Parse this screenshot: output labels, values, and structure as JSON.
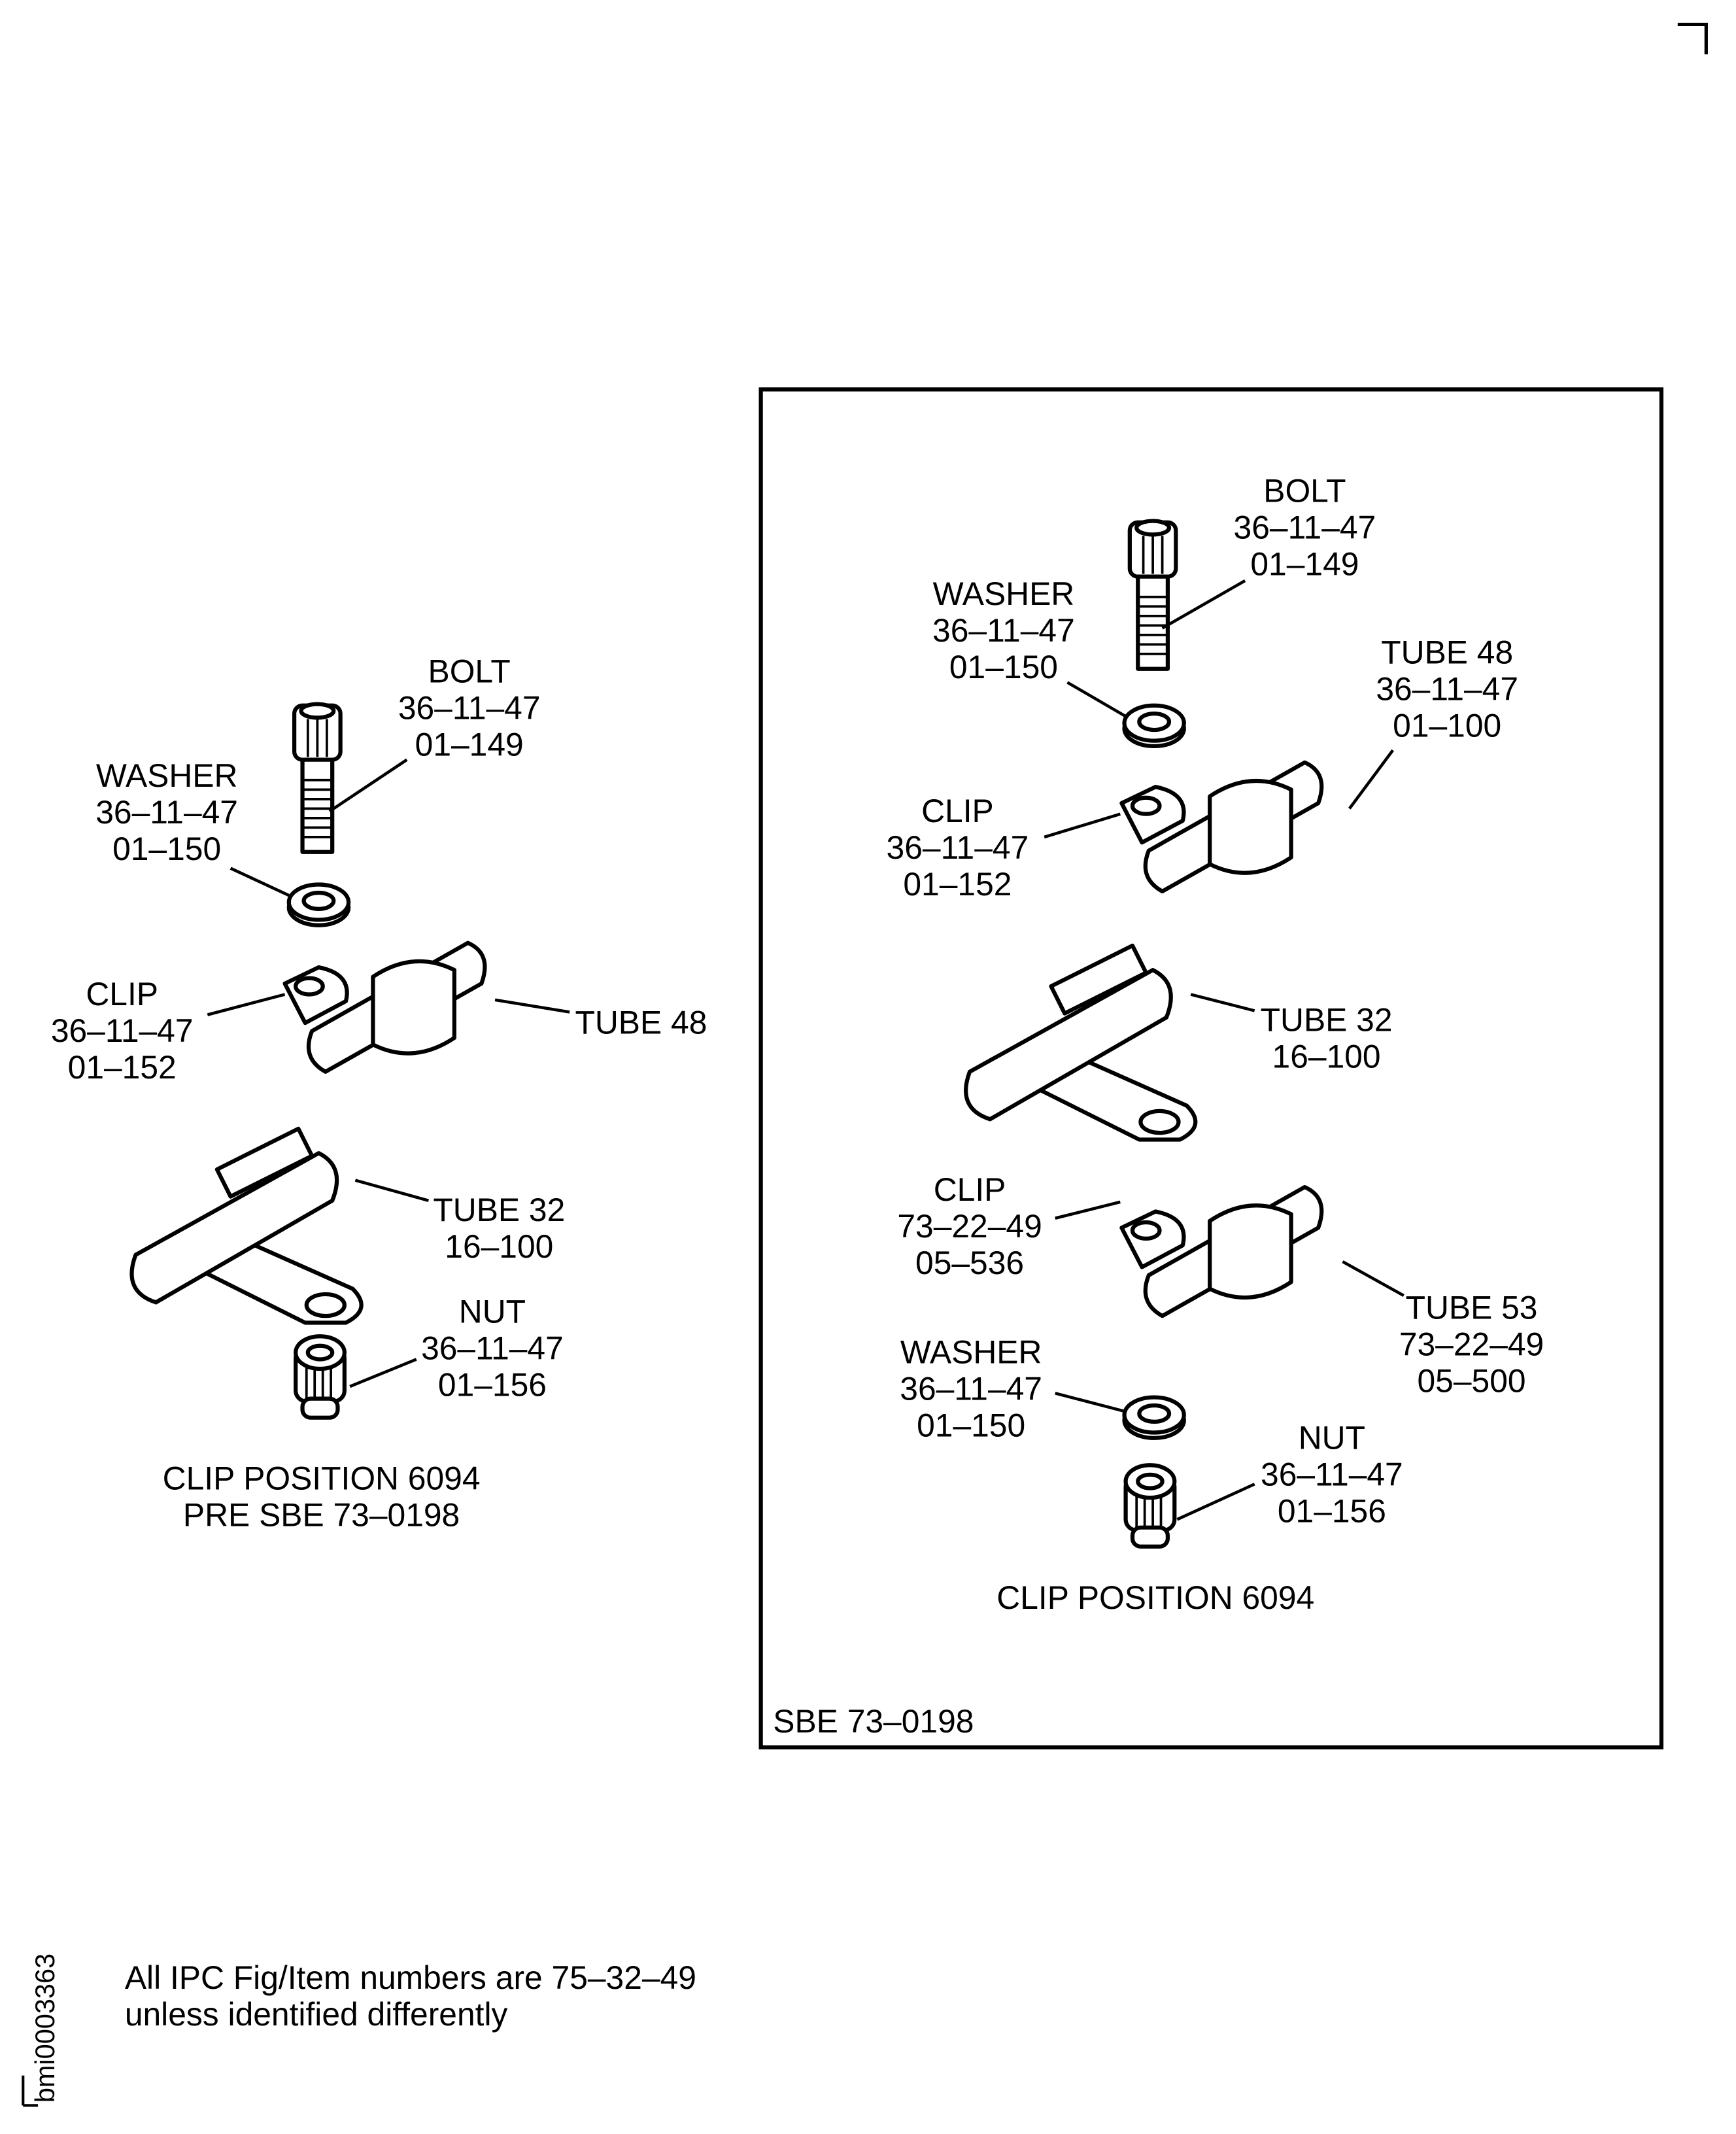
{
  "left_view": {
    "bolt": [
      "BOLT",
      "36–11–47",
      "01–149"
    ],
    "washer": [
      "WASHER",
      "36–11–47",
      "01–150"
    ],
    "clip": [
      "CLIP",
      "36–11–47",
      "01–152"
    ],
    "tube48": [
      "TUBE 48"
    ],
    "tube32": [
      "TUBE 32",
      "16–100"
    ],
    "nut": [
      "NUT",
      "36–11–47",
      "01–156"
    ],
    "caption": [
      "CLIP POSITION 6094",
      "PRE SBE 73–0198"
    ]
  },
  "right_view": {
    "bolt": [
      "BOLT",
      "36–11–47",
      "01–149"
    ],
    "washer_top": [
      "WASHER",
      "36–11–47",
      "01–150"
    ],
    "tube48": [
      "TUBE 48",
      "36–11–47",
      "01–100"
    ],
    "clip_top": [
      "CLIP",
      "36–11–47",
      "01–152"
    ],
    "tube32": [
      "TUBE 32",
      "16–100"
    ],
    "clip_new": [
      "CLIP",
      "73–22–49",
      "05–536"
    ],
    "tube53": [
      "TUBE 53",
      "73–22–49",
      "05–500"
    ],
    "washer_bottom": [
      "WASHER",
      "36–11–47",
      "01–150"
    ],
    "nut": [
      "NUT",
      "36–11–47",
      "01–156"
    ],
    "caption": "CLIP POSITION 6094",
    "box_label": "SBE 73–0198"
  },
  "footer": {
    "note": [
      "All IPC Fig/Item numbers are 75–32–49",
      "unless identified differently"
    ],
    "drawing_id": "bmi0003363"
  }
}
